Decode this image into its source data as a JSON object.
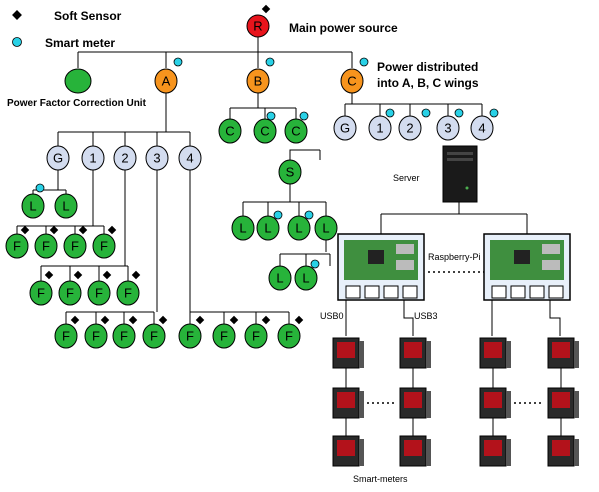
{
  "legend": {
    "soft_sensor": "Soft Sensor",
    "smart_meter": "Smart meter"
  },
  "labels": {
    "main_power": "Main power source",
    "distributed_1": "Power distributed",
    "distributed_2": "into A, B, C wings",
    "pfcu": "Power Factor Correction Unit",
    "server": "Server",
    "raspberry": "Raspberry-Pi",
    "usb0": "USB0",
    "usb3": "USB3",
    "smart_meters": "Smart-meters"
  },
  "nodes": {
    "root": "R",
    "wings": [
      "A",
      "B",
      "C"
    ],
    "panels": [
      "G",
      "1",
      "2",
      "3",
      "4"
    ],
    "group": "G",
    "level": "L",
    "feeder": "F",
    "cluster": "C",
    "server_node": "S"
  },
  "colors": {
    "root": "#e8141c",
    "wing": "#f7941d",
    "green": "#27b33a",
    "panel": "#d3dcef",
    "meter_dot": "#29d1e6",
    "sensor": "#000000"
  }
}
